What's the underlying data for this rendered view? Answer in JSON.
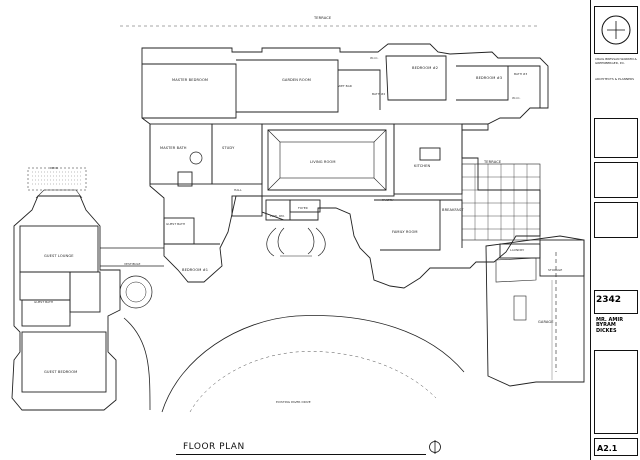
{
  "drawing": {
    "title": "FLOOR PLAN",
    "rooms": {
      "terrace_top": "TERRACE",
      "master_bedroom": "MASTER BEDROOM",
      "garden_room": "GARDEN ROOM",
      "wet_bar": "WET BAR",
      "bedroom_2": "BEDROOM #2",
      "bedroom_3": "BEDROOM #3",
      "wic_1": "W.I.C.",
      "wic_2": "W.I.C.",
      "bath_2": "BATH #2",
      "bath_3": "BATH #3",
      "master_bath": "MASTER BATH",
      "study": "STUDY",
      "living_room": "LIVING ROOM",
      "kitchen": "KITCHEN",
      "terrace_right": "TERRACE",
      "hall": "HALL",
      "pantry": "PANTRY",
      "breakfast": "BREAKFAST",
      "family_room": "FAMILY ROOM",
      "guest_bath": "GUEST BATH",
      "pwd_rm": "PWD. RM.",
      "foyer": "FOYER",
      "bedroom_1": "BEDROOM #1",
      "laundry": "LAUNDRY",
      "storage": "STORAGE",
      "garage": "GARAGE",
      "vestibule": "VESTIBULE",
      "deck": "DECK",
      "guest_lounge": "GUEST LOUNGE",
      "guest_bath_2": "GUEST BATH",
      "guest_bedroom": "GUEST BEDROOM",
      "drive": "EXISTING PAVER DRIVE"
    }
  },
  "title_block": {
    "firm_text": "CRAIG BRESSAN WARREN & GREENBERGER, P.C.",
    "address_text": "ARCHITECTS & PLANNERS",
    "client_label": "MR. AMIR BYRAM DICKES",
    "job_number": "2342",
    "sheet_number": "A2.1"
  }
}
